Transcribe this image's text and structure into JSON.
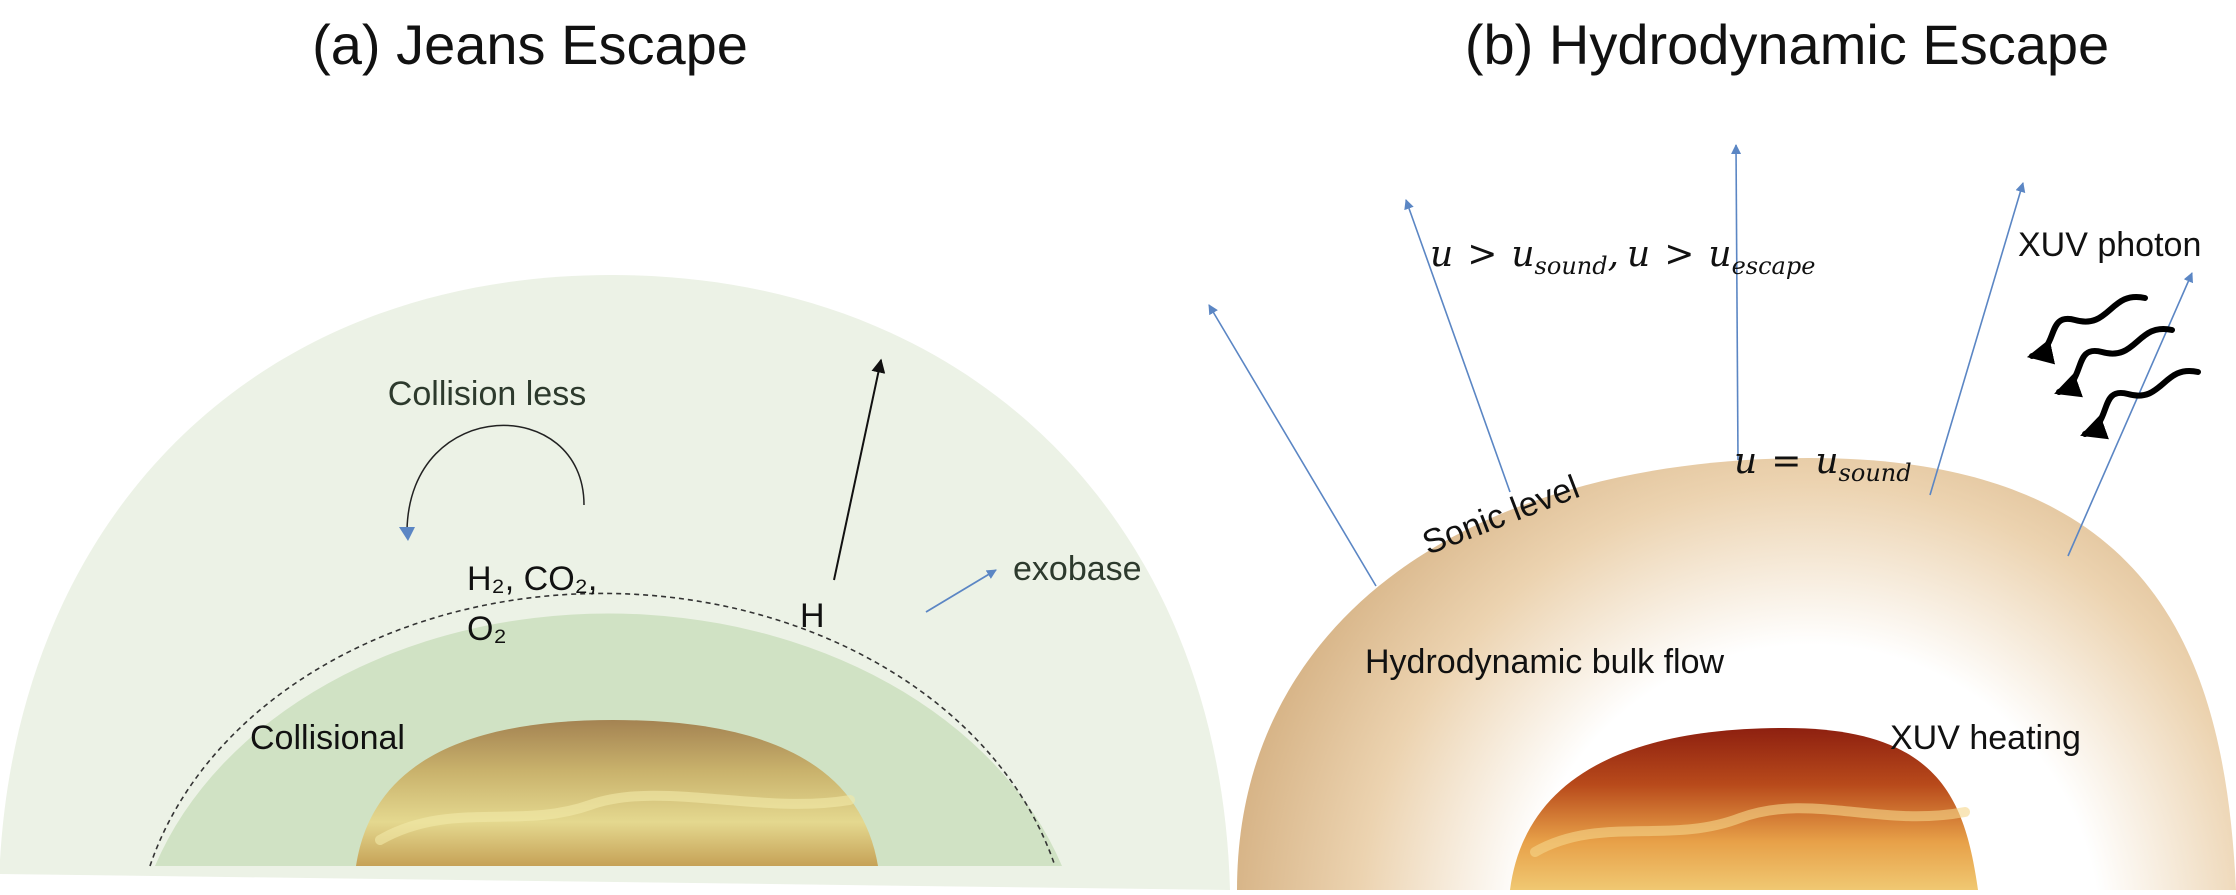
{
  "panel_a": {
    "title": "(a) Jeans Escape",
    "collision_less": "Collision less",
    "species_line1": "H₂, CO₂,",
    "species_line2": "O₂",
    "hydrogen": "H",
    "exobase": "exobase",
    "collisional": "Collisional"
  },
  "panel_b": {
    "title": "(b) Hydrodynamic Escape",
    "velocity_top": {
      "u": "u",
      "gt1": ">",
      "us": "u",
      "sub1": "sound",
      "comma": ",",
      "u2": "u",
      "gt2": ">",
      "ue": "u",
      "sub2": "escape"
    },
    "velocity_sonic": {
      "u": "u",
      "eq": "=",
      "us": "u",
      "sub": "sound"
    },
    "xuv_photon": "XUV photon",
    "sonic_level": "Sonic level",
    "bulk_flow": "Hydrodynamic bulk flow",
    "xuv_heating": "XUV heating"
  },
  "colors": {
    "outer_halo": "#ecf2e6",
    "inner_green": "#d0e2c4",
    "arrow_blue": "#5b86c4",
    "atmosphere_edge": "#d7b487",
    "atmosphere_center": "#ffffff"
  }
}
